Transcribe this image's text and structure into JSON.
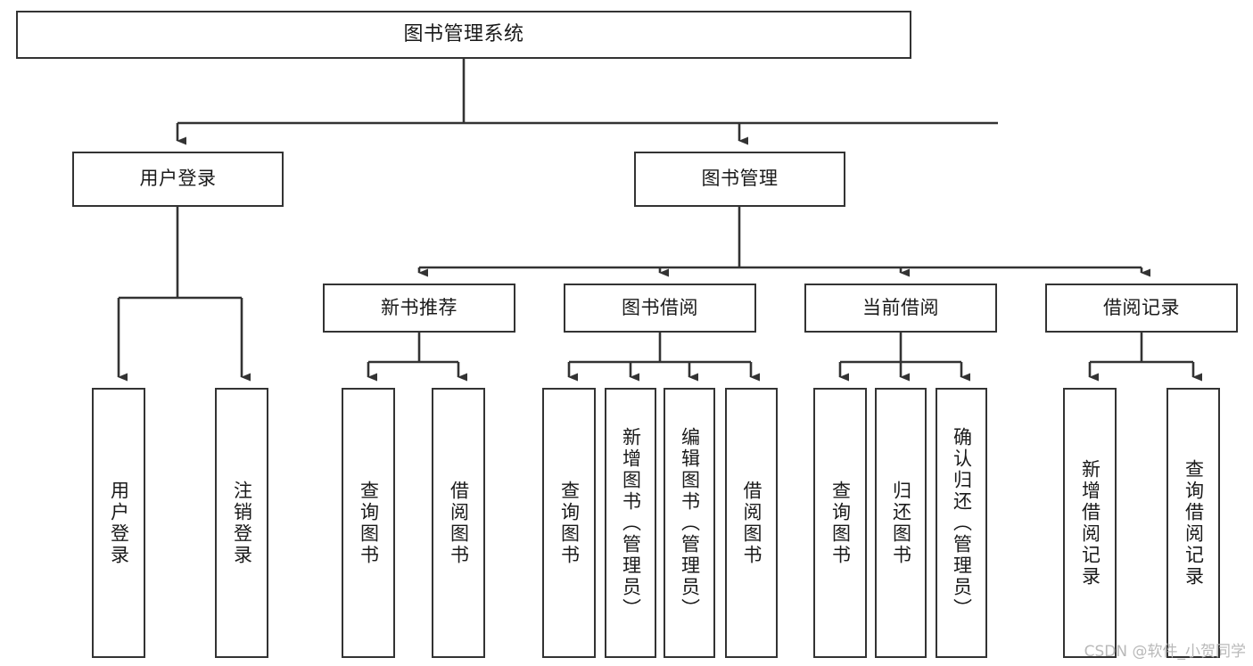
{
  "diagram": {
    "title": "图书管理系统",
    "type": "hierarchy-tree",
    "watermark": "CSDN @软件_小贺同学",
    "colors": {
      "box_border": "#333333",
      "box_fill": "#ffffff",
      "connector": "#333333",
      "text": "#1a1a1a",
      "watermark": "#b9b9b9"
    },
    "nodes": {
      "root": {
        "label": "图书管理系统"
      },
      "tier2": [
        {
          "label": "用户登录"
        },
        {
          "label": "图书管理"
        }
      ],
      "tier3": [
        {
          "label": "新书推荐"
        },
        {
          "label": "图书借阅"
        },
        {
          "label": "当前借阅"
        },
        {
          "label": "借阅记录"
        }
      ],
      "leaves_user_login": [
        {
          "label": "用户登录"
        },
        {
          "label": "注销登录"
        }
      ],
      "leaves_new_book": [
        {
          "label": "查询图书"
        },
        {
          "label": "借阅图书"
        }
      ],
      "leaves_borrow": [
        {
          "label": "查询图书"
        },
        {
          "label": "新增图书（管理员）"
        },
        {
          "label": "编辑图书（管理员）"
        },
        {
          "label": "借阅图书"
        }
      ],
      "leaves_current": [
        {
          "label": "查询图书"
        },
        {
          "label": "归还图书"
        },
        {
          "label": "确认归还（管理员）"
        }
      ],
      "leaves_record": [
        {
          "label": "新增借阅记录"
        },
        {
          "label": "查询借阅记录"
        }
      ]
    }
  }
}
